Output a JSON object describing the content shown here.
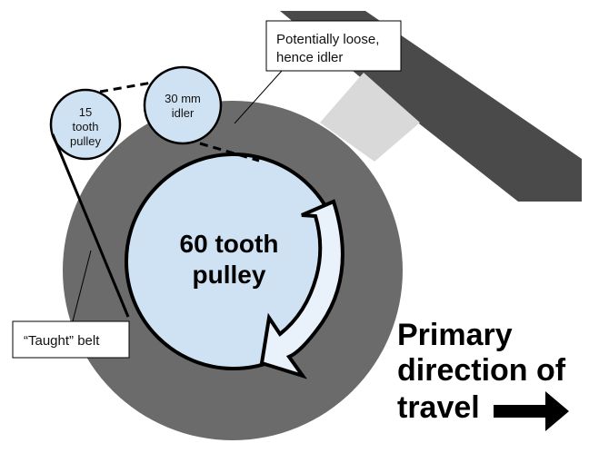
{
  "labels": {
    "small_pulley": [
      "15",
      "tooth",
      "pulley"
    ],
    "idler": [
      "30 mm",
      "idler"
    ],
    "big_pulley": [
      "60 tooth",
      "pulley"
    ],
    "loose_callout": [
      "Potentially loose,",
      "hence idler"
    ],
    "taught_callout": "“Taught” belt",
    "direction": [
      "Primary",
      "direction of",
      "travel"
    ]
  },
  "colors": {
    "wheel": "#6b6b6b",
    "pulley_fill": "#cfe2f3",
    "arm_dark": "#4a4a4a",
    "arm_light": "#d9d9d9",
    "stroke": "#000000"
  },
  "icons": {
    "direction_arrow": "right-arrow-icon",
    "rotation_arrow": "clockwise-arrow-icon"
  }
}
